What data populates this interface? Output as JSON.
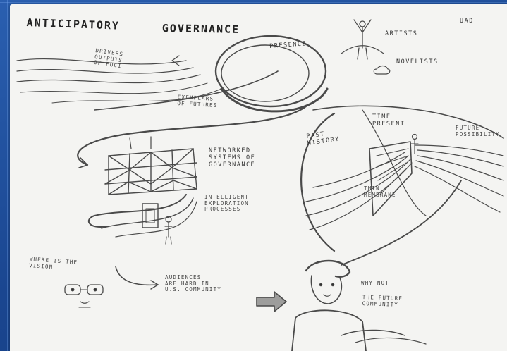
{
  "title_left": "ANTICIPATORY",
  "title_right": "GOVERNANCE",
  "corner_tag": "UAD",
  "labels": {
    "drivers": "DRIVERS\nOUTPUTS\nOF FOCI",
    "presence": "PRESENCE",
    "artists": "ARTISTS",
    "novelists": "NOVELISTS",
    "exemplars": "EXEMPLARS\nOF FUTURES",
    "networked": "NETWORKED\nSYSTEMS OF\nGOVERNANCE",
    "intelligent": "INTELLIGENT\nEXPLORATION\nPROCESSES",
    "time_present": "TIME\nPRESENT",
    "past_history": "PAST\nHISTORY",
    "future_possible": "FUTURE\nPOSSIBILITY",
    "thin_membrane": "THIN\nMEMBRANE",
    "what_is_vision": "WHERE IS THE\nVISION",
    "audiences": "AUDIENCES\nARE HARD IN\nU.S. COMMUNITY",
    "why_not": "WHY NOT",
    "the_future": "THE FUTURE\nCOMMUNITY"
  },
  "colors": {
    "slide_blue": "#1c4a96",
    "paper": "#f4f4f2",
    "pencil": "#3a3a3a"
  }
}
